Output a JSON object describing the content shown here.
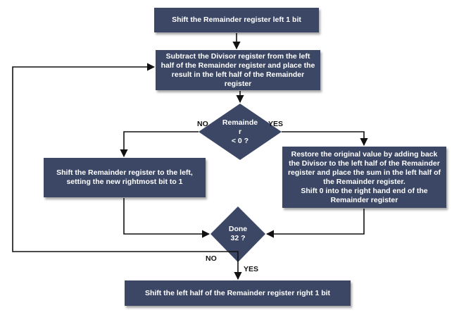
{
  "boxes": {
    "shift_left": "Shift the Remainder register left 1 bit",
    "subtract": "Subtract the Divisor register from the left\nhalf of the Remainder register and place the\nresult in the left half of the Remainder\nregister",
    "shift_set1": "Shift the Remainder register to the left,\nsetting the new rightmost bit to 1",
    "restore": "Restore the original value by adding back\nthe Divisor to the left half of the Remainder\nregister and place the sum in the left half of\nthe Remainder register.\nShift 0 into the right hand end of the\nRemainder register",
    "shift_right": "Shift the left half of the Remainder register right 1 bit"
  },
  "decisions": {
    "remainder": "Remainde\nr\n< 0 ?",
    "done": "Done\n32 ?"
  },
  "labels": {
    "remainder_no": "NO",
    "remainder_yes": "YES",
    "done_no": "NO",
    "done_yes": "YES"
  },
  "colors": {
    "box_fill": "#3c4765",
    "line": "#111111"
  }
}
